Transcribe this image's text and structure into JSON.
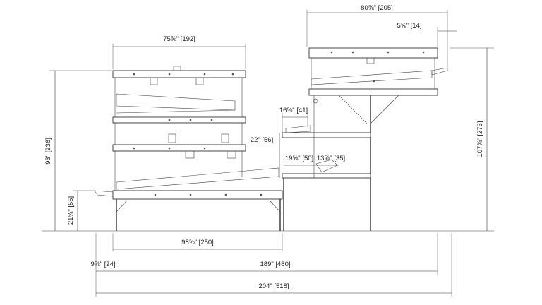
{
  "dimensions": {
    "top_left_width": "75⅝\" [192]",
    "top_right_width": "80⅝\" [205]",
    "right_offset": "5⅝\" [14]",
    "left_height": "93\" [236]",
    "right_height": "107⅝\" [273]",
    "leg_height": "21⅝\" [55]",
    "step_width": "16⅝\" [41]",
    "step_height": "22\" [56]",
    "platform_width_a": "19⅝\" [50]",
    "platform_width_b": "13⅝\" [35]",
    "lower_width": "98⅝\" [250]",
    "left_offset": "9⅝\" [24]",
    "mid_width": "189\" [480]",
    "overall_width": "204\" [518]"
  }
}
